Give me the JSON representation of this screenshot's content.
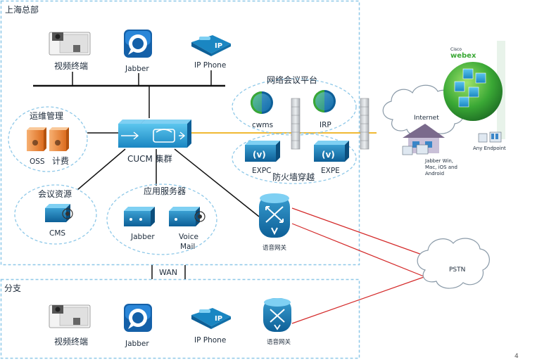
{
  "hq": {
    "title": "上海总部",
    "endpoints": {
      "video": "视频终端",
      "jabber": "Jabber",
      "ipphone": "IP Phone"
    },
    "conf_platform": {
      "title": "网络会议平台",
      "cwms": "cwms",
      "irp": "IRP"
    },
    "firewall": {
      "title": "防火墙穿越",
      "expc": "EXPC",
      "expe": "EXPE"
    },
    "ops": {
      "title": "运维管理",
      "oss": "OSS",
      "billing": "计费"
    },
    "cucm": "CUCM 集群",
    "conf_resource": {
      "title": "会议资源",
      "cms": "CMS"
    },
    "app_servers": {
      "title": "应用服务器",
      "jabber": "Jabber",
      "voice_mail_1": "Voice",
      "voice_mail_2": "Mail"
    },
    "gateway": "语音网关"
  },
  "wan": "WAN",
  "branch": {
    "title": "分支",
    "endpoints": {
      "video": "视频终端",
      "jabber": "Jabber",
      "ipphone": "IP Phone"
    },
    "gateway": "语音网关"
  },
  "cloud": {
    "internet": "Internet",
    "pstn": "PSTN",
    "webex_brand": "Cisco",
    "webex_logo": "webex",
    "jabber_desc_1": "Jabber Win,",
    "jabber_desc_2": "Mac, iOS and",
    "jabber_desc_3": "Android",
    "any_endpoint": "Any Endpoint"
  },
  "page_mark": "4"
}
